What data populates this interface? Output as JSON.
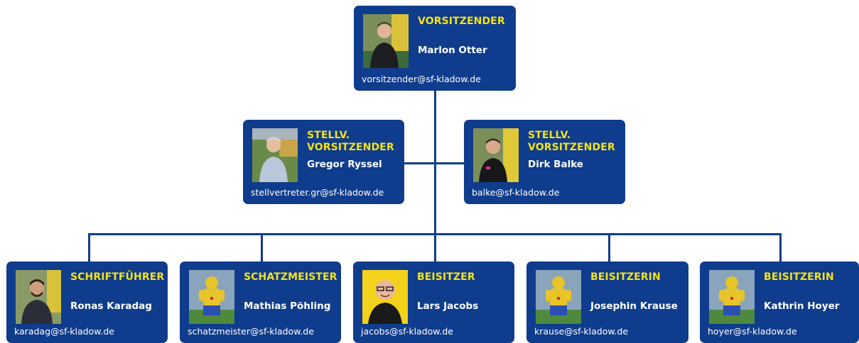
{
  "colors": {
    "card": "#0f3c8c",
    "role": "#f5e21b",
    "text": "#ffffff",
    "connector": "#0f3c8c"
  },
  "chairman": {
    "role": "VORSITZENDER",
    "name": "Marlon Otter",
    "email": "vorsitzender@sf-kladow.de",
    "photo": "portrait-man-dark-jacket"
  },
  "deputies": [
    {
      "role": "STELLV.\nVORSITZENDER",
      "name": "Gregor Ryssel",
      "email": "stellvertreter.gr@sf-kladow.de",
      "photo": "portrait-man-grey-hair"
    },
    {
      "role": "STELLV.\nVORSITZENDER",
      "name": "Dirk Balke",
      "email": "balke@sf-kladow.de",
      "photo": "portrait-man-black-shirt"
    }
  ],
  "members": [
    {
      "role": "SCHRIFTFÜHRER",
      "name": "Ronas Karadag",
      "email": "karadag@sf-kladow.de",
      "photo": "portrait-man-beard"
    },
    {
      "role": "SCHATZMEISTER",
      "name": "Mathias Pöhling",
      "email": "schatzmeister@sf-kladow.de",
      "photo": "mascot-placeholder"
    },
    {
      "role": "BEISITZER",
      "name": "Lars Jacobs",
      "email": "jacobs@sf-kladow.de",
      "photo": "portrait-man-glasses-yellow-bg"
    },
    {
      "role": "BEISITZERIN",
      "name": "Josephin Krause",
      "email": "krause@sf-kladow.de",
      "photo": "mascot-placeholder"
    },
    {
      "role": "BEISITZERIN",
      "name": "Kathrin Hoyer",
      "email": "hoyer@sf-kladow.de",
      "photo": "mascot-placeholder"
    }
  ]
}
